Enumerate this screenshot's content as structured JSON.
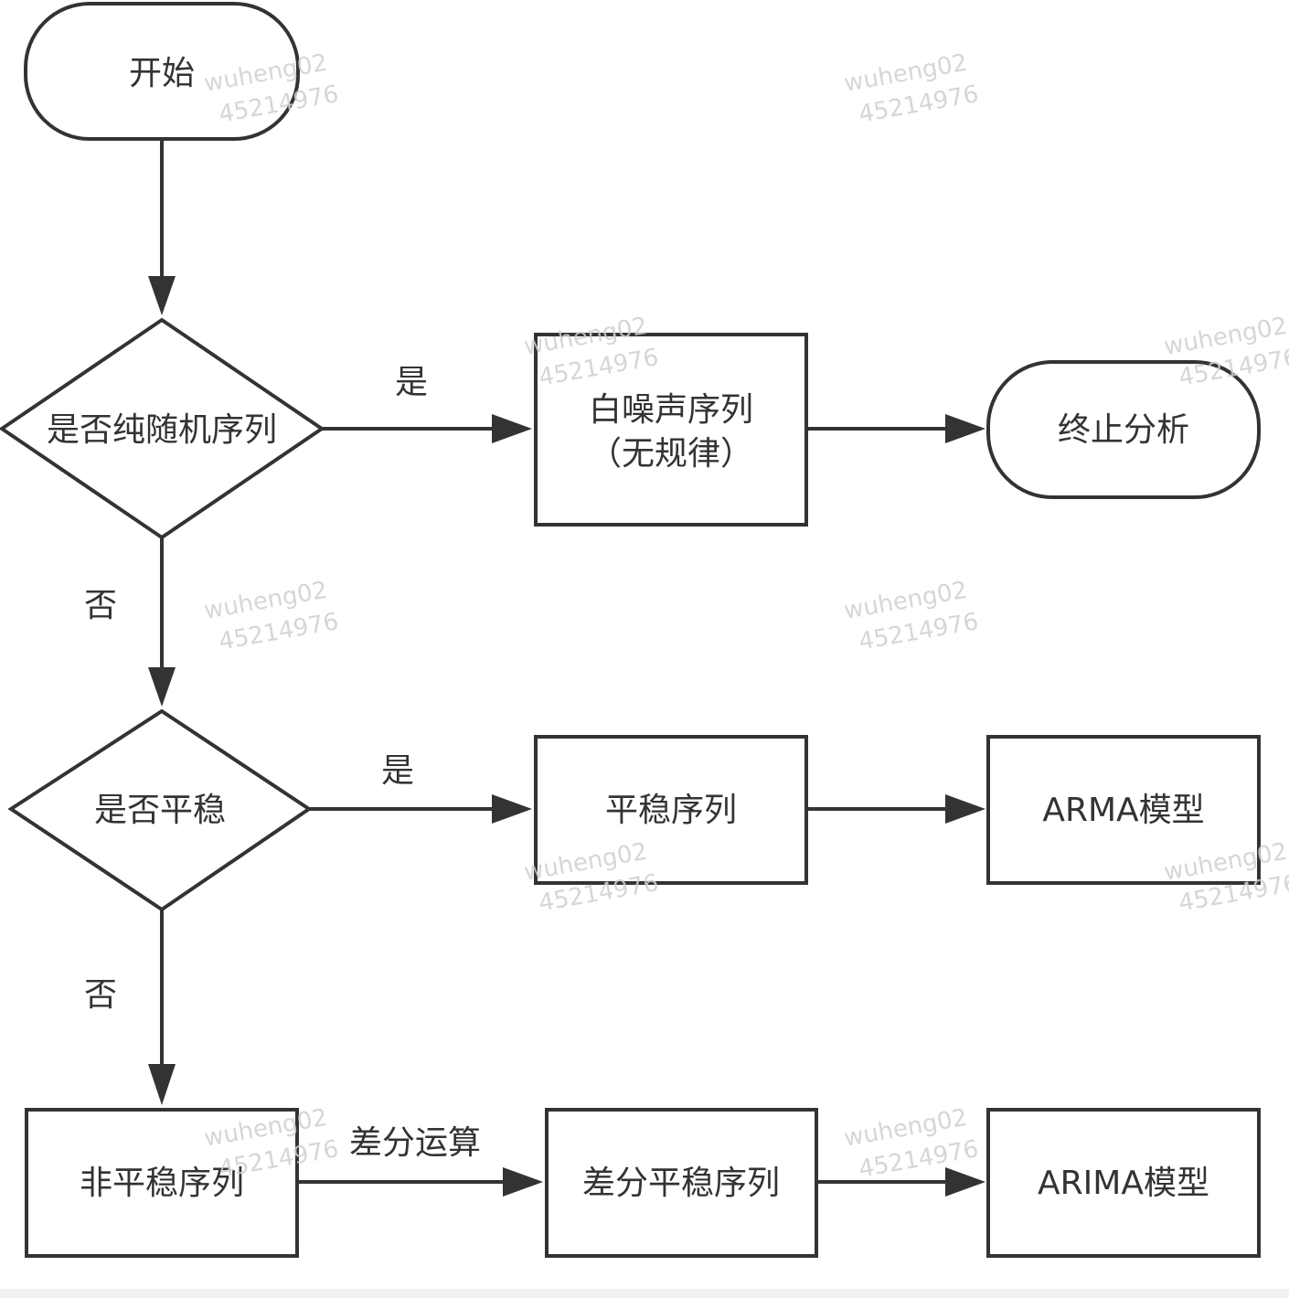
{
  "nodes": {
    "start": {
      "text": "开始"
    },
    "decision_random": {
      "text": "是否纯随机序列"
    },
    "white_noise": {
      "line1": "白噪声序列",
      "line2": "（无规律）"
    },
    "terminate": {
      "text": "终止分析"
    },
    "decision_stationary": {
      "text": "是否平稳"
    },
    "stationary_series": {
      "text": "平稳序列"
    },
    "arma_model": {
      "text": "ARMA模型"
    },
    "nonstationary_series": {
      "text": "非平稳序列"
    },
    "diff_stationary_series": {
      "text": "差分平稳序列"
    },
    "arima_model": {
      "text": "ARIMA模型"
    }
  },
  "edges": {
    "random_yes": "是",
    "random_no": "否",
    "stationary_yes": "是",
    "stationary_no": "否",
    "difference": "差分运算"
  },
  "watermark": {
    "line1": "wuheng02",
    "line2": "45214976"
  },
  "colors": {
    "stroke": "#333333",
    "text": "#333333",
    "watermark": "#cfcfcf",
    "background": "#ffffff"
  }
}
